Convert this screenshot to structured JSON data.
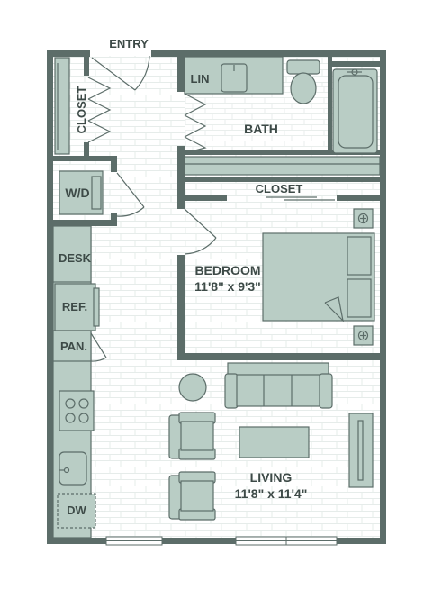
{
  "rooms": {
    "entry": "ENTRY",
    "closet_left": "CLOSET",
    "linen": "LIN",
    "bath": "BATH",
    "washer_dryer": "W/D",
    "closet_bedroom": "CLOSET",
    "desk": "DESK",
    "bedroom": "BEDROOM",
    "bedroom_size": "11'8\" x 9'3\"",
    "refrigerator": "REF.",
    "pantry": "PAN.",
    "living": "LIVING",
    "living_size": "11'8\" x 11'4\"",
    "dishwasher": "DW"
  },
  "colors": {
    "wall": "#5c6d69",
    "fixture": "#b9cdc5",
    "floor_line": "#e6ecea",
    "label": "#3d4a47"
  }
}
